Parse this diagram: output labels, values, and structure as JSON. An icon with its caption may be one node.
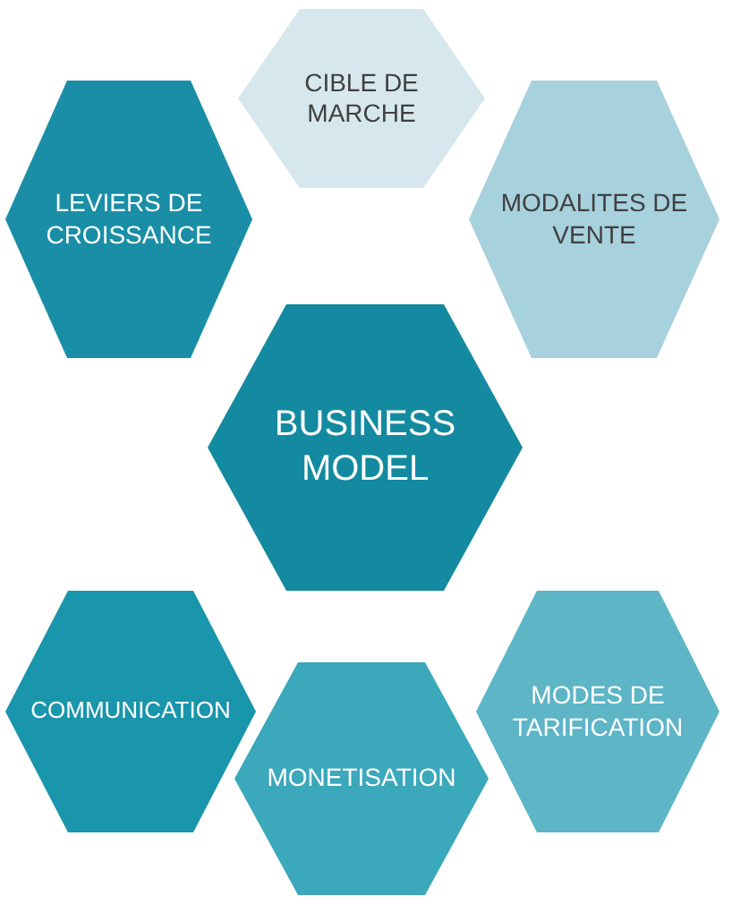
{
  "diagram": {
    "nodes": [
      {
        "text": [
          "CIBLE DE MARCHE"
        ]
      },
      {
        "text": [
          "LEVIERS DE CROISSANCE"
        ]
      },
      {
        "text": [
          "MODALITES DE VENTE"
        ]
      },
      {
        "text": [
          "BUSINESS MODEL"
        ]
      },
      {
        "text": [
          "COMMUNICATION"
        ]
      },
      {
        "text": [
          "MODES DE TARIFICATION"
        ]
      },
      {
        "text": [
          "MONETISATION"
        ]
      }
    ]
  }
}
